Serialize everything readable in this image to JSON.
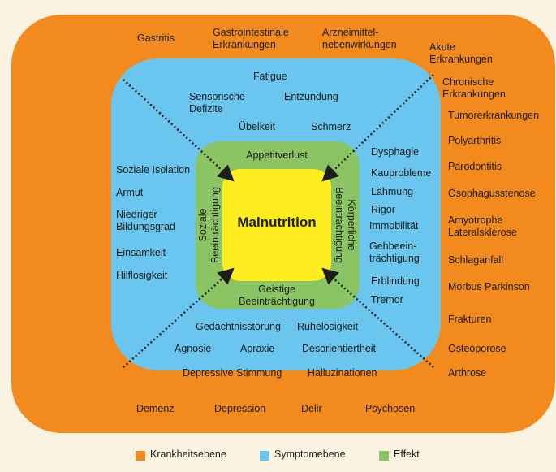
{
  "center": "Malnutrition",
  "effect_layer": {
    "top": "Appetitverlust",
    "bottom": "Geistige\nBeeinträchtigung",
    "left": "Soziale\nBeeinträchtigung",
    "right": "Körperliche\nBeeinträchtigung"
  },
  "symptom_layer": {
    "top": [
      "Fatigue",
      "Sensorische\nDefizite",
      "Entzündung",
      "Übelkeit",
      "Schmerz"
    ],
    "left": [
      "Soziale Isolation",
      "Armut",
      "Niedriger\nBildungsgrad",
      "Einsamkeit",
      "Hilflosigkeit"
    ],
    "right": [
      "Dysphagie",
      "Kauprobleme",
      "Lähmung",
      "Rigor",
      "Immobilität",
      "Gehbeein-\nträchtigung",
      "Erblindung",
      "Tremor"
    ],
    "bottom": [
      "Gedächtnisstörung",
      "Ruhelosigkeit",
      "Agnosie",
      "Apraxie",
      "Desorientiertheit",
      "Depressive Stimmung",
      "Halluzinationen"
    ]
  },
  "disease_layer": {
    "top": [
      "Gastritis",
      "Gastrointestinale\nErkrankungen",
      "Arzneimittel-\nnebenwirkungen",
      "Akute\nErkrankungen"
    ],
    "right": [
      "Chronische\nErkrankungen",
      "Tumorerkrankungen",
      "Polyarthritis",
      "Parodontitis",
      "Ösophagusstenose",
      "Amyotrophe\nLateralsklerose",
      "Schlaganfall",
      "Morbus Parkinson",
      "Frakturen",
      "Osteoporose",
      "Arthrose"
    ],
    "bottom": [
      "Demenz",
      "Depression",
      "Delir",
      "Psychosen"
    ]
  },
  "legend": [
    {
      "label": "Krankheitsebene",
      "color": "#f28a1e"
    },
    {
      "label": "Symptomebene",
      "color": "#6ac6ee"
    },
    {
      "label": "Effekt",
      "color": "#8bc463"
    }
  ]
}
